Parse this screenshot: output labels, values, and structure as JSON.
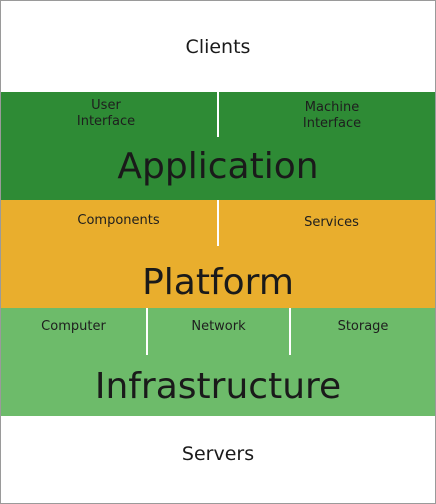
{
  "clients": {
    "label": "Clients"
  },
  "application": {
    "title": "Application",
    "color": "#2e8b35",
    "items": [
      {
        "label": "User\nInterface"
      },
      {
        "label": "Machine\nInterface"
      }
    ]
  },
  "platform": {
    "title": "Platform",
    "color": "#e9ae2d",
    "items": [
      {
        "label": "Components"
      },
      {
        "label": "Services"
      }
    ]
  },
  "infrastructure": {
    "title": "Infrastructure",
    "color": "#6dbb6a",
    "items": [
      {
        "label": "Computer"
      },
      {
        "label": "Network"
      },
      {
        "label": "Storage"
      }
    ]
  },
  "servers": {
    "label": "Servers"
  }
}
